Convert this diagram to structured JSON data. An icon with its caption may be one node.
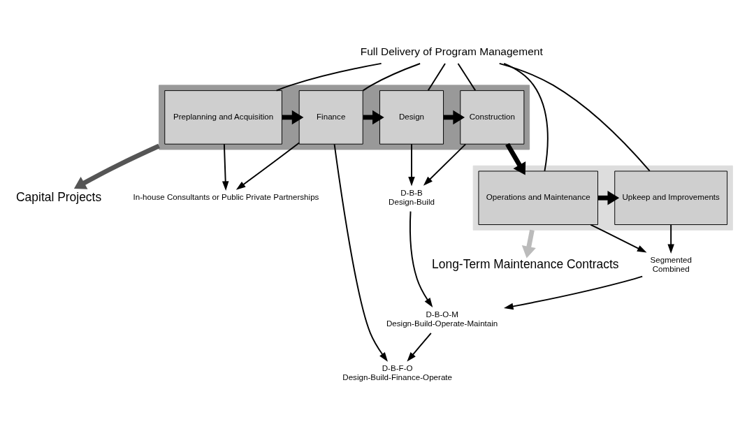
{
  "diagram": {
    "nodes": [
      {
        "text": [
          "Full Delivery of Program Management"
        ]
      },
      {
        "text": [],
        "shape": "box"
      },
      {
        "text": [
          "Preplanning and Acquisition"
        ],
        "in": 1
      },
      {
        "text": [
          "Finance"
        ],
        "in": 1
      },
      {
        "text": [
          "Design"
        ],
        "in": 1
      },
      {
        "text": [
          "Construction"
        ],
        "in": 1
      },
      {
        "text": [],
        "shape": "box"
      },
      {
        "text": [
          "Operations and Maintenance"
        ],
        "in": 6
      },
      {
        "text": [
          "Upkeep and Improvements"
        ],
        "in": 6
      },
      {
        "text": [
          "In-house Consultants or Public Private Partnerships"
        ]
      },
      {
        "text": [
          "D-B-B",
          "Design-Build"
        ]
      },
      {
        "text": [
          "Segmented",
          "Combined"
        ]
      },
      {
        "text": [
          "D-B-O-M",
          "Design-Build-Operate-Maintain"
        ]
      },
      {
        "text": [
          "D-B-F-O",
          "Design-Build-Finance-Operate"
        ]
      },
      {
        "text": [
          "Capital Projects"
        ]
      },
      {
        "text": [
          "Long-Term Maintenance Contracts"
        ]
      }
    ],
    "edges": [
      {
        "from": 0,
        "to": 2,
        "arrow": "none"
      },
      {
        "from": 0,
        "to": 3,
        "arrow": "none"
      },
      {
        "from": 0,
        "to": 4,
        "arrow": "none"
      },
      {
        "from": 0,
        "to": 5,
        "arrow": "none"
      },
      {
        "from": 0,
        "to": 7,
        "arrow": "none"
      },
      {
        "from": 0,
        "to": 8,
        "arrow": "none"
      },
      {
        "from": 2,
        "to": 3,
        "arrow": "to",
        "style": "thick"
      },
      {
        "from": 3,
        "to": 4,
        "arrow": "to",
        "style": "thick"
      },
      {
        "from": 4,
        "to": 5,
        "arrow": "to",
        "style": "thick"
      },
      {
        "from": 5,
        "to": 7,
        "arrow": "to",
        "style": "thick"
      },
      {
        "from": 7,
        "to": 8,
        "arrow": "to",
        "style": "thick"
      },
      {
        "from": 2,
        "to": 9,
        "arrow": "to"
      },
      {
        "from": 3,
        "to": 9,
        "arrow": "to"
      },
      {
        "from": 4,
        "to": 10,
        "arrow": "to"
      },
      {
        "from": 5,
        "to": 10,
        "arrow": "to"
      },
      {
        "from": 7,
        "to": 11,
        "arrow": "to"
      },
      {
        "from": 8,
        "to": 11,
        "arrow": "to"
      },
      {
        "from": 10,
        "to": 12,
        "arrow": "to"
      },
      {
        "from": 11,
        "to": 12,
        "arrow": "to"
      },
      {
        "from": 3,
        "to": 13,
        "arrow": "to"
      },
      {
        "from": 12,
        "to": 13,
        "arrow": "to"
      },
      {
        "from": 1,
        "to": 14,
        "arrow": "to",
        "style": "thick",
        "color": "#555555"
      },
      {
        "from": 6,
        "to": 15,
        "arrow": "to",
        "style": "thick",
        "color": "#bbbbbb"
      }
    ]
  }
}
